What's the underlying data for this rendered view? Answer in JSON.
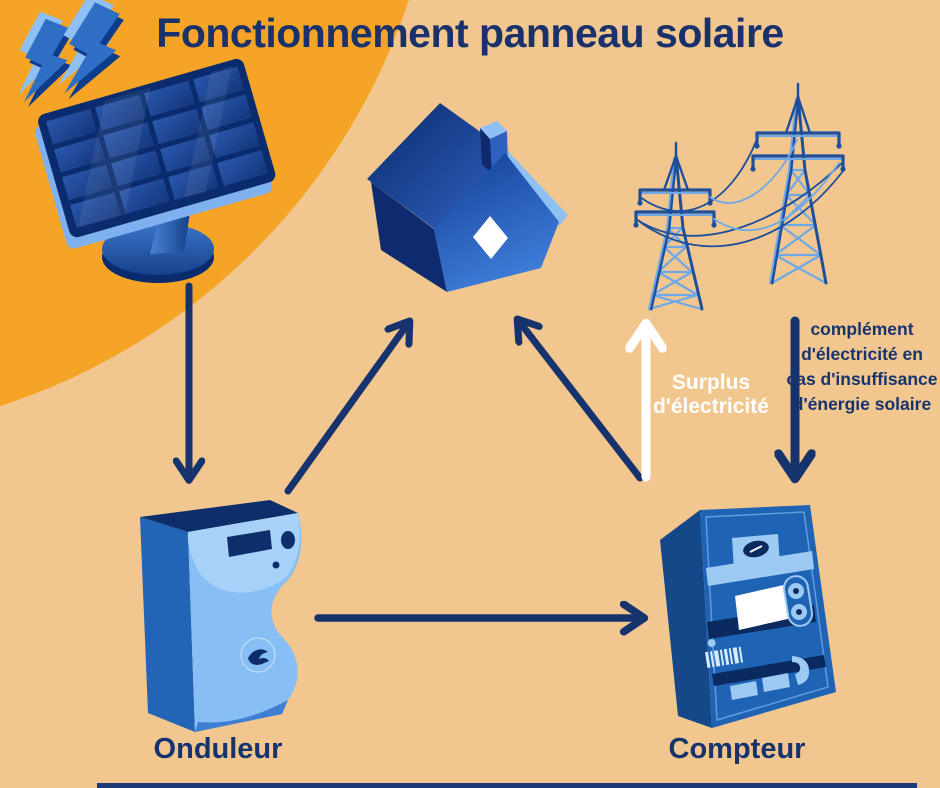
{
  "title": "Fonctionnement panneau solaire",
  "colors": {
    "background": "#F1C78F",
    "accent_orange": "#F5A426",
    "navy": "#16336E",
    "panel_blue_dark": "#0A2C6E",
    "blue_medium": "#2264B6",
    "blue_light": "#87BEF4",
    "white": "#FFFFFF"
  },
  "nodes": {
    "solar_panel": {
      "icon": "solar-panel-icon"
    },
    "house": {
      "icon": "house-icon"
    },
    "power_grid": {
      "icon": "power-lines-icon"
    },
    "inverter": {
      "icon": "inverter-icon",
      "label": "Onduleur"
    },
    "meter": {
      "icon": "electric-meter-icon",
      "label": "Compteur"
    }
  },
  "flows": {
    "panel_to_inverter": {
      "from": "solar_panel",
      "to": "inverter",
      "style": "navy-arrow"
    },
    "inverter_to_house": {
      "from": "inverter",
      "to": "house",
      "style": "navy-arrow"
    },
    "inverter_to_meter": {
      "from": "inverter",
      "to": "meter",
      "style": "navy-arrow"
    },
    "meter_to_house": {
      "from": "meter",
      "to": "house",
      "style": "navy-arrow"
    },
    "surplus": {
      "from": "meter",
      "to": "power_grid",
      "style": "white-arrow",
      "label": "Surplus d'électricité"
    },
    "complement": {
      "from": "power_grid",
      "to": "meter",
      "style": "navy-arrow",
      "label": "complément d'électricité en cas d'insuffisance d'énergie solaire"
    }
  }
}
